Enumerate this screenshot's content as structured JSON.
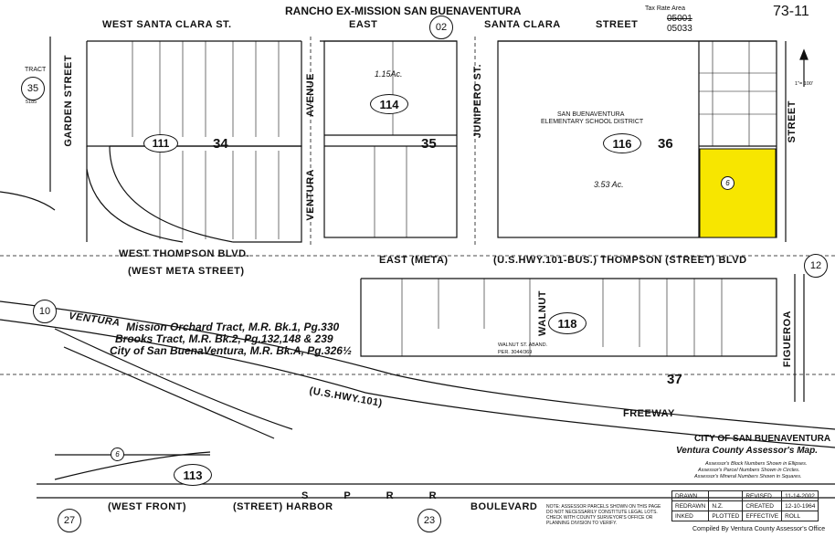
{
  "header": {
    "title": "RANCHO EX-MISSION SAN BUENAVENTURA",
    "tax_rate_area_label": "Tax Rate Area",
    "tax_rate_area_1": "05001",
    "tax_rate_area_2": "05033",
    "book_page": "73-11",
    "scale": "1\"= 100'"
  },
  "streets": {
    "west_santa_clara": "WEST SANTA CLARA ST.",
    "east_santa_clara_1": "EAST",
    "east_santa_clara_2": "SANTA CLARA",
    "east_santa_clara_3": "STREET",
    "garden_street": "GARDEN STREET",
    "ventura_avenue_1": "AVENUE",
    "ventura_avenue_2": "VENTURA",
    "junipero_st": "JUNIPERO ST.",
    "street_right": "STREET",
    "west_thompson": "WEST THOMPSON BLVD.",
    "west_meta": "(WEST META STREET)",
    "east_meta": "EAST (META)",
    "us101_bus": "(U.S.HWY.101-BUS.) THOMPSON (STREET) BLVD",
    "ventura_freeway_label": "VENTURA",
    "us101": "(U.S.HWY.101)",
    "freeway": "FREEWAY",
    "figueroa": "FIGUEROA",
    "walnut": "WALNUT",
    "west_front": "(WEST FRONT)",
    "street_harbor": "(STREET) HARBOR",
    "boulevard": "BOULEVARD",
    "sprr": "S P R R",
    "walnut_abandoned_1": "WALNUT ST. ABAND.",
    "walnut_abandoned_2": "PER. 3044/369"
  },
  "tracts": {
    "tract_label": "TRACT",
    "tract_number": "35",
    "tract_sub": "5185",
    "line1": "Mission Orchard Tract, M.R. Bk.1, Pg.330",
    "line2": "Brooks Tract, M.R. Bk.2, Pg.132,148 & 239",
    "line3": "City of San BuenaVentura, M.R. Bk.A, Pg.326½"
  },
  "blocks": {
    "b111": "111",
    "b114": "114",
    "b116": "116",
    "b118": "118",
    "b113": "113"
  },
  "parcels": {
    "school": "SAN BUENAVENTURA",
    "school_2": "ELEMENTARY SCHOOL DISTRICT",
    "acres_1": "3.53 Ac.",
    "acres_2": "1.15Ac.",
    "p6_highlight": "6"
  },
  "map_numbers": {
    "m34": "34",
    "m35": "35",
    "m36": "36",
    "m37": "37",
    "m10": "10",
    "m12": "12",
    "m02": "02",
    "m27": "27",
    "m23": "23",
    "m6": "6"
  },
  "legend": {
    "city": "CITY OF SAN BUENAVENTURA",
    "county": "Ventura County Assessor's Map.",
    "note1": "Assessor's Block Numbers Shown in Ellipses.",
    "note2": "Assessor's Parcel Numbers Shown in Circles.",
    "note3": "Assessor's Mineral Numbers Shown in Squares.",
    "notice": "NOTE: ASSESSOR PARCELS SHOWN ON THIS PAGE DO NOT NECESSARILY CONSTITUTE LEGAL LOTS. CHECK WITH COUNTY SURVEYOR'S OFFICE OR PLANNING DIVISION TO VERIFY.",
    "drawn": "DRAWN",
    "redrawn": "REDRAWN",
    "inked": "INKED",
    "nz": "N.Z.",
    "plotted": "PLOTTED",
    "revised": "REVISED",
    "revised_date": "11-14-2002",
    "created": "CREATED",
    "created_date": "12-10-1964",
    "effective": "EFFECTIVE",
    "roll": "ROLL",
    "compiled": "Compiled By Ventura County Assessor's Office"
  },
  "highlight_color": "#f7e600"
}
